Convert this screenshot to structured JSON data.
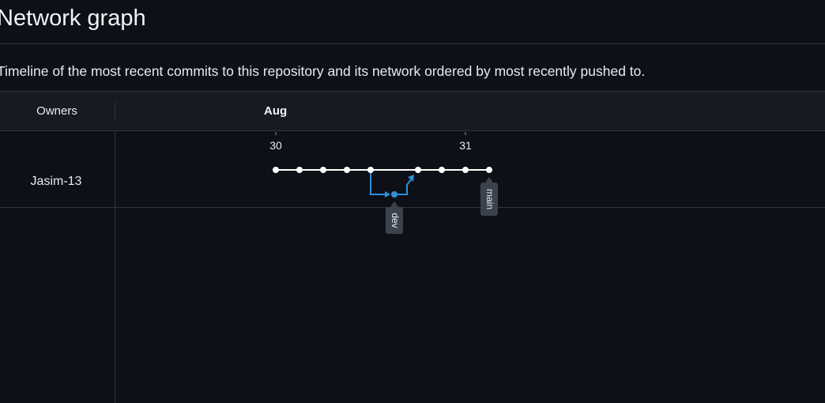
{
  "page": {
    "title": "Network graph",
    "description": "Timeline of the most recent commits to this repository and its network ordered by most recently pushed to."
  },
  "graph": {
    "owners_header": "Owners",
    "month": "Aug",
    "days": [
      "30",
      "31"
    ],
    "owners": [
      "Jasim-13"
    ],
    "branches": {
      "main": "main",
      "dev": "dev"
    },
    "colors": {
      "main_line": "#ffffff",
      "dev_line": "#2f8fdc",
      "label_bg": "#3b424b"
    }
  }
}
